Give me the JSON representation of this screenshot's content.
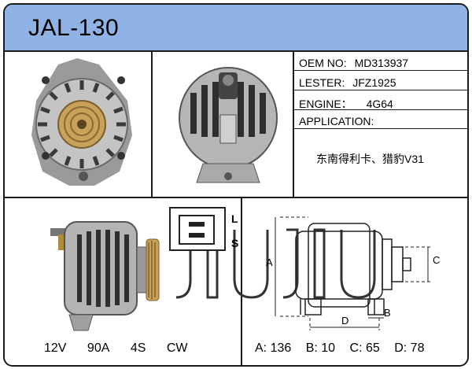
{
  "header": {
    "part_number": "JAL-130"
  },
  "specs": {
    "oem_label": "OEM NO:",
    "oem_value": "MD313937",
    "lester_label": "LESTER:",
    "lester_value": "JFZ1925",
    "engine_label": "ENGINE：",
    "engine_value": "4G64",
    "application_label": "APPLICATION:",
    "application_value": "东南得利卡、猎豹V31"
  },
  "connector": {
    "pin_l": "L",
    "pin_s": "S"
  },
  "ratings": {
    "voltage": "12V",
    "current": "90A",
    "pulley": "4S",
    "rotation": "CW"
  },
  "dimension_labels": {
    "a": "A",
    "b": "B",
    "c": "C",
    "d": "D"
  },
  "dimensions": {
    "a": "A: 136",
    "b": "B:  10",
    "c": "C: 65",
    "d": "D: 78"
  },
  "watermark": {
    "letters": "JIUJIU"
  },
  "colors": {
    "header_bg": "#8fb3e4",
    "border": "#1b1b1b",
    "metal": "#b9b9b9",
    "pulley": "#c8a25a"
  }
}
